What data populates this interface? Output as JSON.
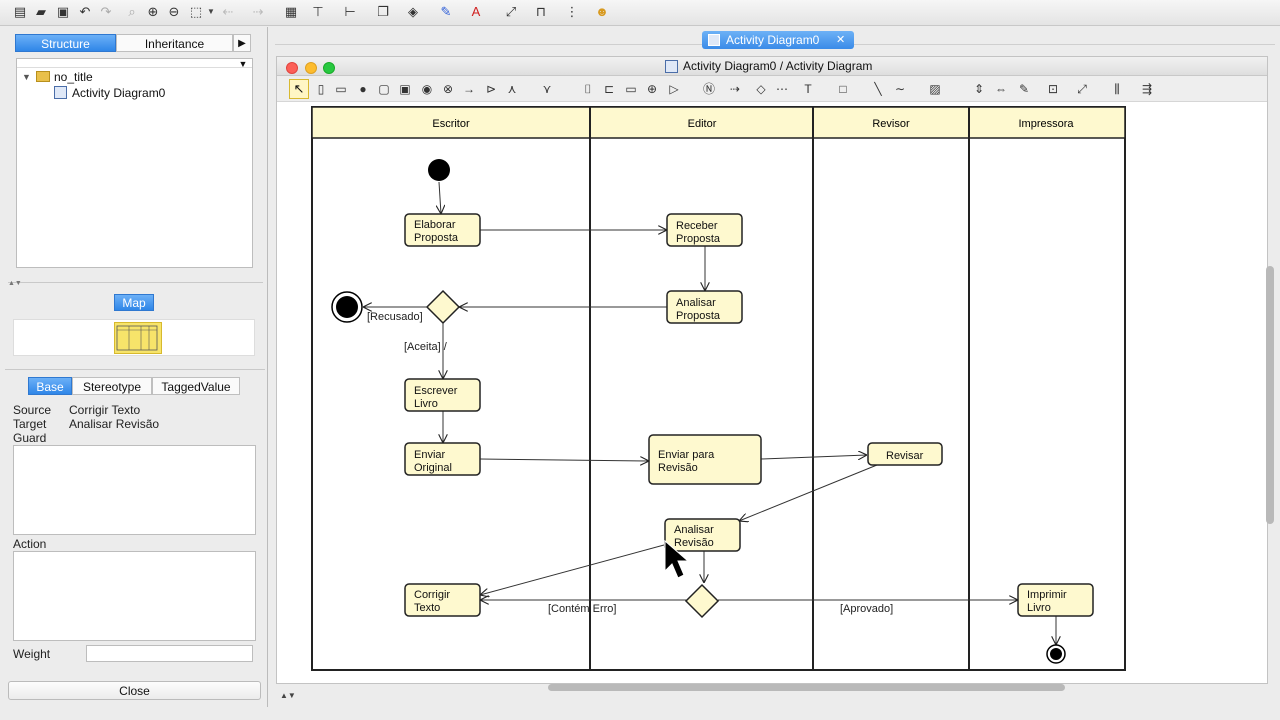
{
  "tab": {
    "label": "Activity Diagram0"
  },
  "window": {
    "title": "Activity Diagram0 / Activity Diagram"
  },
  "left": {
    "tabs": [
      "Structure",
      "Inheritance"
    ],
    "tree": {
      "root": "no_title",
      "child": "Activity Diagram0"
    },
    "map_label": "Map",
    "prop_tabs": [
      "Base",
      "Stereotype",
      "TaggedValue"
    ],
    "source_label": "Source",
    "source_value": "Corrigir Texto",
    "target_label": "Target",
    "target_value": "Analisar Revisão",
    "guard_label": "Guard",
    "action_label": "Action",
    "weight_label": "Weight",
    "close_label": "Close"
  },
  "diagram": {
    "lanes": [
      "Escritor",
      "Editor",
      "Revisor",
      "Impressora"
    ],
    "nodes": {
      "elaborar": [
        "Elaborar",
        "Proposta"
      ],
      "receber": [
        "Receber",
        "Proposta"
      ],
      "analisar_proposta": [
        "Analisar",
        "Proposta"
      ],
      "escrever": [
        "Escrever",
        "Livro"
      ],
      "enviar_original": [
        "Enviar",
        "Original"
      ],
      "enviar_revisao": [
        "Enviar para",
        "Revisão"
      ],
      "revisar": [
        "Revisar"
      ],
      "analisar_revisao": [
        "Analisar",
        "Revisão"
      ],
      "corrigir": [
        "Corrigir",
        "Texto"
      ],
      "imprimir": [
        "Imprimir",
        "Livro"
      ]
    },
    "guards": {
      "recusado": "[Recusado]",
      "aceita": "[Aceita]  /",
      "contem_erro": "[Contém Erro]",
      "aprovado": "[Aprovado]"
    }
  }
}
